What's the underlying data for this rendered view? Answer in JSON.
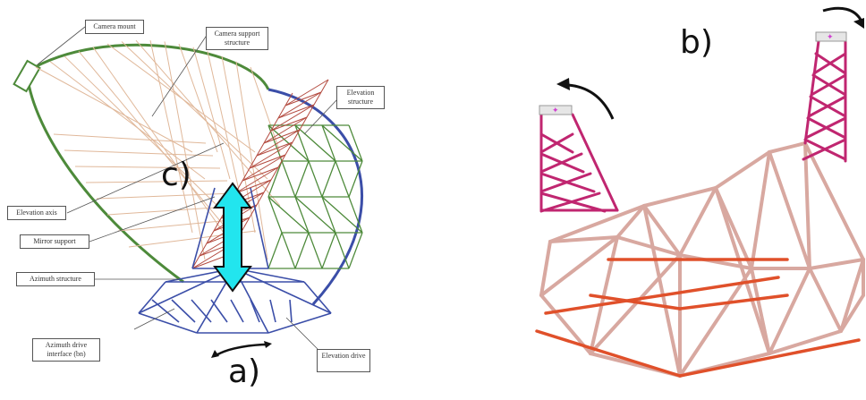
{
  "left_figure": {
    "callouts": {
      "camera_mount": "Camera mount",
      "camera_support": "Camera support structure",
      "elevation_structure": "Elevation structure",
      "elevation_axis": "Elevation axis",
      "mirror_support": "Mirror support",
      "azimuth_structure": "Azimuth structure",
      "azimuth_drive": "Azimuth drive interface (bn)",
      "elevation_drive": "Elevation drive"
    },
    "labels": {
      "a": "a)",
      "c": "c)"
    }
  },
  "right_figure": {
    "labels": {
      "b": "b)"
    }
  },
  "colors": {
    "green_arc": "#4d8a3a",
    "blue_frame": "#3b4ea8",
    "mirror_red": "#b34a3f",
    "tan_cables": "#e0b89a",
    "cyan_arrow": "#22e5ee",
    "pink_frame": "#d8a8a0",
    "magenta": "#c02670",
    "orange_base": "#e0502a"
  }
}
